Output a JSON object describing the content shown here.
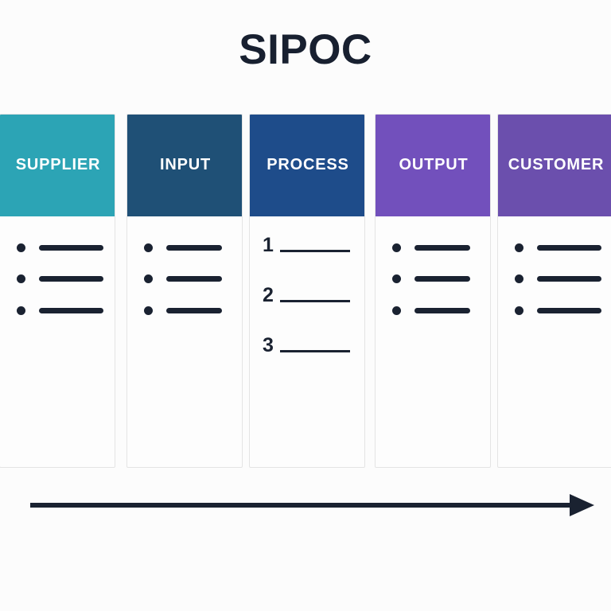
{
  "page": {
    "title": "SIPOC",
    "background_color": "#fcfcfc",
    "ink_color": "#1a2231",
    "card_background": "#fdfdfd",
    "card_border_color": "#e4e4e4"
  },
  "columns": [
    {
      "key": "supplier",
      "label": "SUPPLIER",
      "header_color": "#2ca4b5",
      "header_text_color": "#ffffff",
      "content_type": "bullets",
      "items": [
        "",
        "",
        ""
      ]
    },
    {
      "key": "input",
      "label": "INPUT",
      "header_color": "#1f5076",
      "header_text_color": "#ffffff",
      "content_type": "bullets",
      "items": [
        "",
        "",
        ""
      ]
    },
    {
      "key": "process",
      "label": "PROCESS",
      "header_color": "#1e4c8a",
      "header_text_color": "#ffffff",
      "content_type": "numbered",
      "items": [
        {
          "number": "1",
          "value": ""
        },
        {
          "number": "2",
          "value": ""
        },
        {
          "number": "3",
          "value": ""
        }
      ]
    },
    {
      "key": "output",
      "label": "OUTPUT",
      "header_color": "#7250bc",
      "header_text_color": "#ffffff",
      "content_type": "bullets",
      "items": [
        "",
        "",
        ""
      ]
    },
    {
      "key": "customer",
      "label": "CUSTOMER",
      "header_color": "#6b4fad",
      "header_text_color": "#ffffff",
      "content_type": "bullets",
      "items": [
        "",
        "",
        ""
      ]
    }
  ],
  "flow_arrow": {
    "name": "left-to-right-flow-arrow",
    "color": "#1a2231",
    "direction": "right"
  }
}
